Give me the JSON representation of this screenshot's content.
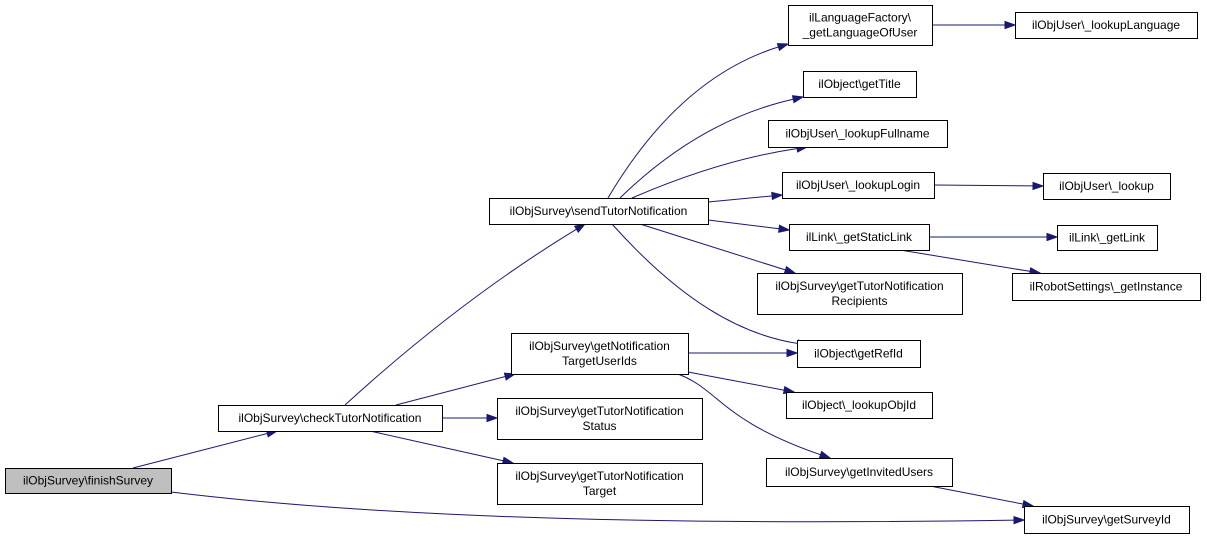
{
  "colors": {
    "edge": "#191970",
    "root_fill": "#bfbfbf",
    "node_fill": "#ffffff",
    "border": "#000000"
  },
  "nodes": {
    "finishSurvey": [
      "ilObjSurvey\\finishSurvey"
    ],
    "checkTutorNotification": [
      "ilObjSurvey\\checkTutorNotification"
    ],
    "sendTutorNotification": [
      "ilObjSurvey\\sendTutorNotification"
    ],
    "getNotificationTargetUserIds": [
      "ilObjSurvey\\getNotification",
      "TargetUserIds"
    ],
    "getTutorNotificationStatus": [
      "ilObjSurvey\\getTutorNotification",
      "Status"
    ],
    "getTutorNotificationTarget": [
      "ilObjSurvey\\getTutorNotification",
      "Target"
    ],
    "getLanguageOfUser": [
      "ilLanguageFactory\\",
      "_getLanguageOfUser"
    ],
    "getTitle": [
      "ilObject\\getTitle"
    ],
    "lookupFullname": [
      "ilObjUser\\_lookupFullname"
    ],
    "lookupLogin": [
      "ilObjUser\\_lookupLogin"
    ],
    "getStaticLink": [
      "ilLink\\_getStaticLink"
    ],
    "getTutorNotificationRecipients": [
      "ilObjSurvey\\getTutorNotification",
      "Recipients"
    ],
    "getRefId": [
      "ilObject\\getRefId"
    ],
    "lookupObjId": [
      "ilObject\\_lookupObjId"
    ],
    "getInvitedUsers": [
      "ilObjSurvey\\getInvitedUsers"
    ],
    "getSurveyId": [
      "ilObjSurvey\\getSurveyId"
    ],
    "lookupLanguage": [
      "ilObjUser\\_lookupLanguage"
    ],
    "lookup": [
      "ilObjUser\\_lookup"
    ],
    "getLink": [
      "ilLink\\_getLink"
    ],
    "getInstance": [
      "ilRobotSettings\\_getInstance"
    ]
  },
  "edges": [
    [
      "finishSurvey",
      "checkTutorNotification"
    ],
    [
      "finishSurvey",
      "getSurveyId"
    ],
    [
      "checkTutorNotification",
      "sendTutorNotification"
    ],
    [
      "checkTutorNotification",
      "getNotificationTargetUserIds"
    ],
    [
      "checkTutorNotification",
      "getTutorNotificationStatus"
    ],
    [
      "checkTutorNotification",
      "getTutorNotificationTarget"
    ],
    [
      "sendTutorNotification",
      "getLanguageOfUser"
    ],
    [
      "sendTutorNotification",
      "getTitle"
    ],
    [
      "sendTutorNotification",
      "lookupFullname"
    ],
    [
      "sendTutorNotification",
      "lookupLogin"
    ],
    [
      "sendTutorNotification",
      "getStaticLink"
    ],
    [
      "sendTutorNotification",
      "getTutorNotificationRecipients"
    ],
    [
      "sendTutorNotification",
      "getRefId"
    ],
    [
      "getNotificationTargetUserIds",
      "getRefId"
    ],
    [
      "getNotificationTargetUserIds",
      "lookupObjId"
    ],
    [
      "getNotificationTargetUserIds",
      "getInvitedUsers"
    ],
    [
      "getInvitedUsers",
      "getSurveyId"
    ],
    [
      "getLanguageOfUser",
      "lookupLanguage"
    ],
    [
      "lookupLogin",
      "lookup"
    ],
    [
      "getStaticLink",
      "getLink"
    ],
    [
      "getStaticLink",
      "getInstance"
    ]
  ]
}
